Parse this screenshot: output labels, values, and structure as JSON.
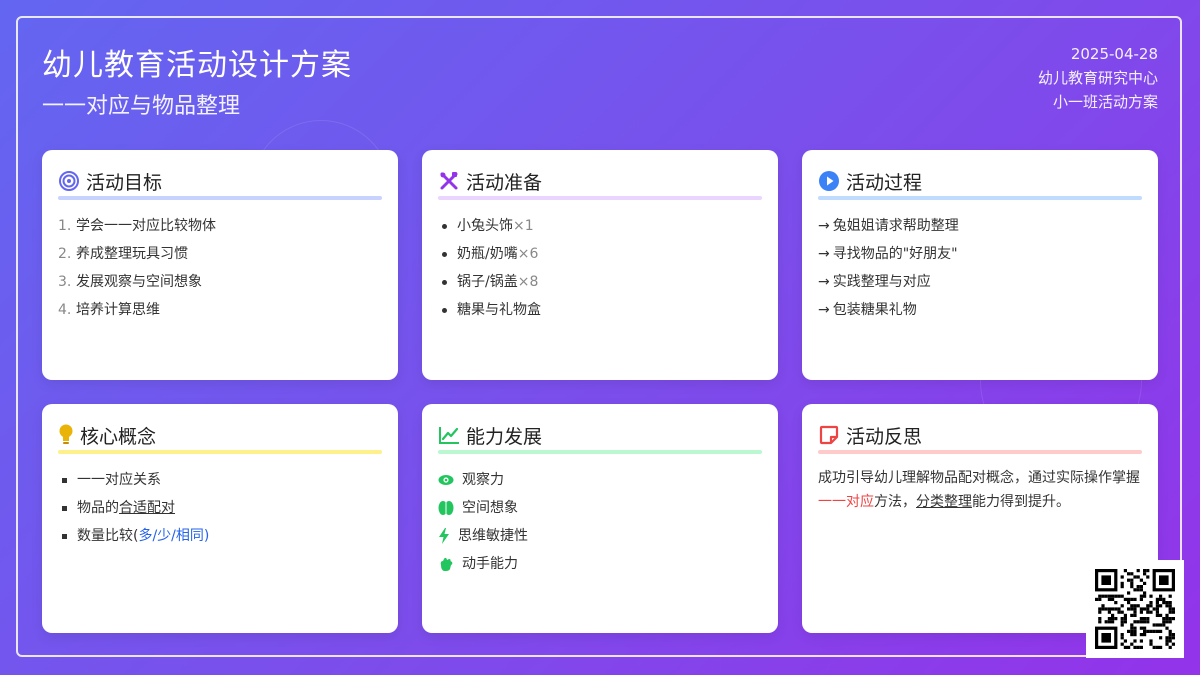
{
  "header": {
    "title": "幼儿教育活动设计方案",
    "subtitle": "一一对应与物品整理",
    "date": "2025-04-28",
    "org": "幼儿教育研究中心",
    "class_label": "小一班活动方案"
  },
  "cards": {
    "goals": {
      "title": "活动目标",
      "icon": "target-icon",
      "accent": "#6366f1",
      "items": [
        "学会一一对应比较物体",
        "养成整理玩具习惯",
        "发展观察与空间想象",
        "培养计算思维"
      ]
    },
    "prep": {
      "title": "活动准备",
      "icon": "tools-icon",
      "accent": "#9333ea",
      "items": [
        {
          "name": "小兔头饰",
          "qty": "×1"
        },
        {
          "name": "奶瓶/奶嘴",
          "qty": "×6"
        },
        {
          "name": "锅子/锅盖",
          "qty": "×8"
        },
        {
          "name": "糖果与礼物盒",
          "qty": ""
        }
      ]
    },
    "process": {
      "title": "活动过程",
      "icon": "play-icon",
      "accent": "#3b82f6",
      "arrow": "→",
      "items": [
        "兔姐姐请求帮助整理",
        "寻找物品的\"好朋友\"",
        "实践整理与对应",
        "包装糖果礼物"
      ]
    },
    "concepts": {
      "title": "核心概念",
      "icon": "lightbulb-icon",
      "accent": "#eab308",
      "item1": "一一对应关系",
      "item2_prefix": "物品的",
      "item2_link": "合适配对",
      "item3_prefix": "数量比较(",
      "item3_link": "多/少/相同",
      "item3_suffix": ")"
    },
    "abilities": {
      "title": "能力发展",
      "icon": "chart-line-icon",
      "accent": "#22c55e",
      "items": [
        {
          "label": "观察力",
          "icon": "eye-icon"
        },
        {
          "label": "空间想象",
          "icon": "brain-icon"
        },
        {
          "label": "思维敏捷性",
          "icon": "bolt-icon"
        },
        {
          "label": "动手能力",
          "icon": "hand-icon"
        }
      ]
    },
    "reflection": {
      "title": "活动反思",
      "icon": "note-icon",
      "accent": "#ef4444",
      "text1": "成功引导幼儿理解物品配对概念，通过实际操作掌握",
      "highlight": "一一对应",
      "text2": "方法，",
      "link": "分类整理",
      "text3": "能力得到提升。"
    }
  },
  "qr": {
    "icon": "qr-code-icon"
  }
}
